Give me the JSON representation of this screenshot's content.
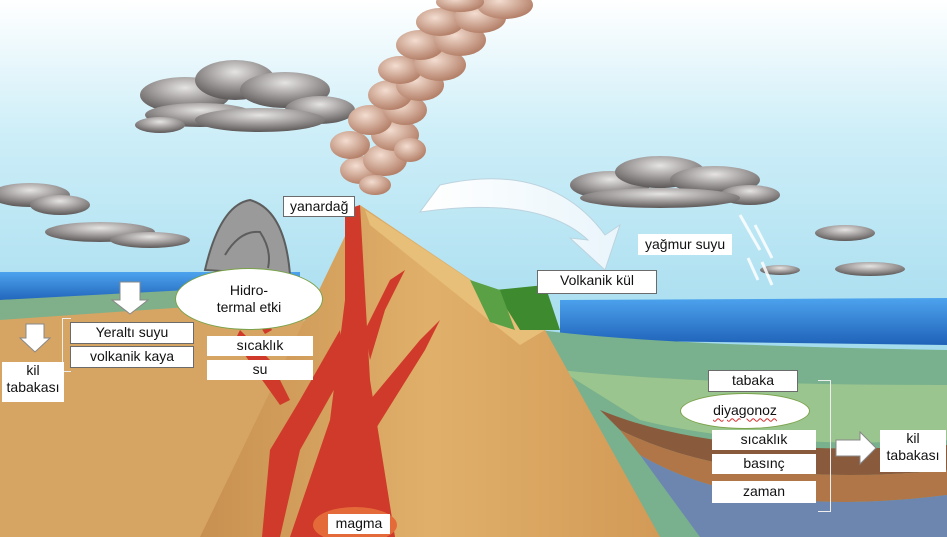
{
  "labels": {
    "volcano": "yanardağ",
    "rain_water": "yağmur suyu",
    "volcanic_ash": "Volkanik kül",
    "hydrothermal_line1": "Hidro-",
    "hydrothermal_line2": "termal etki",
    "groundwater": "Yeraltı suyu",
    "volcanic_rock": "volkanik kaya",
    "heat_left": "sıcaklık",
    "water": "su",
    "clay_left_line1": "kil",
    "clay_left_line2": "tabakası",
    "layer": "tabaka",
    "diagenesis": "diyagonoz",
    "heat_right": "sıcaklık",
    "pressure": "basınç",
    "time": "zaman",
    "clay_right_line1": "kil",
    "clay_right_line2": "tabakası",
    "magma": "magma"
  },
  "colors": {
    "sky": "#8fd4ea",
    "sea": "#2f7fd6",
    "mountain": "#d9a35e",
    "magma": "#cf3a2a",
    "ash_vegetation": "#3e8a2f",
    "cloud": "#6f6a6a",
    "smoke": "#c98f73"
  }
}
